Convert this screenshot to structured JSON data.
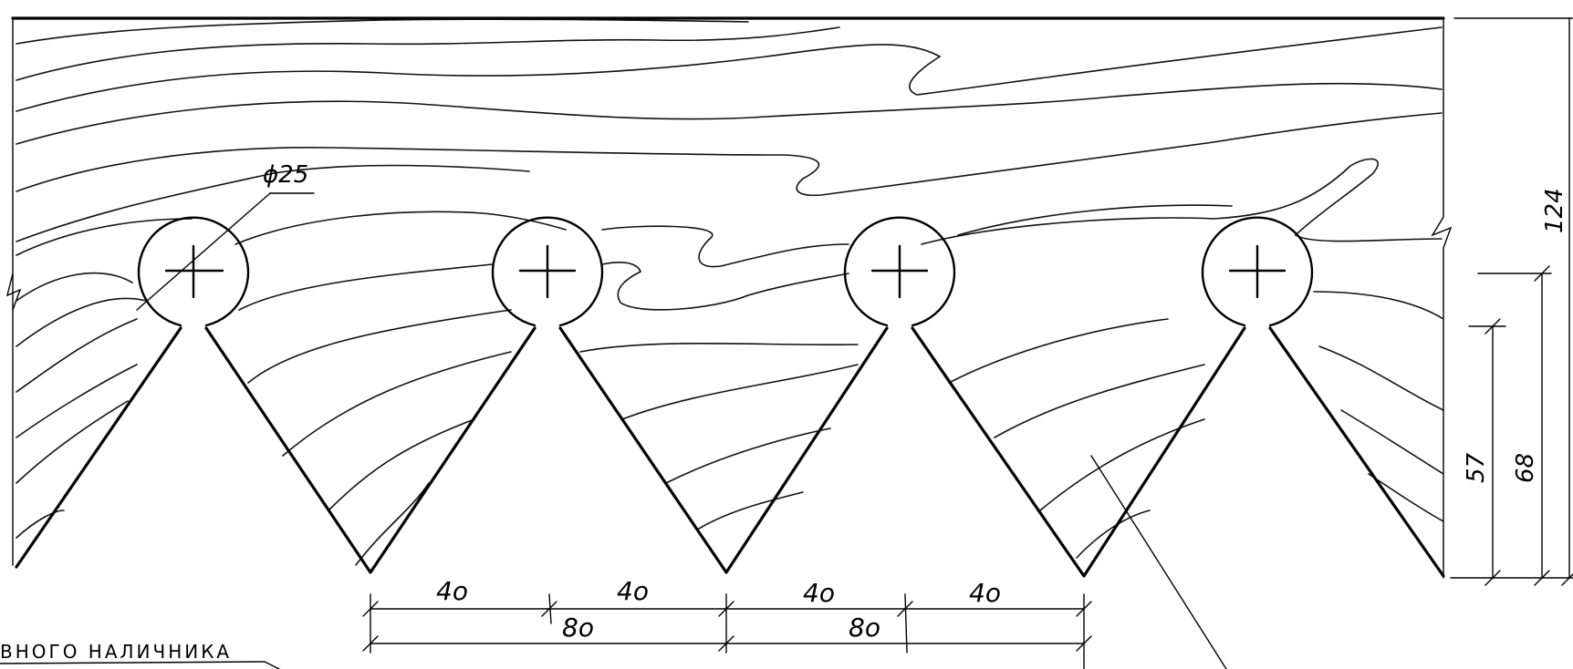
{
  "diameter_label": "ϕ25",
  "dimensions": {
    "h_top": [
      "4o",
      "4o",
      "4o",
      "4o"
    ],
    "h_bottom": [
      "8o",
      "8o"
    ],
    "v_57": "57",
    "v_68": "68",
    "v_124": "124"
  },
  "caption": "ВНОГО НАЛИЧНИКА"
}
